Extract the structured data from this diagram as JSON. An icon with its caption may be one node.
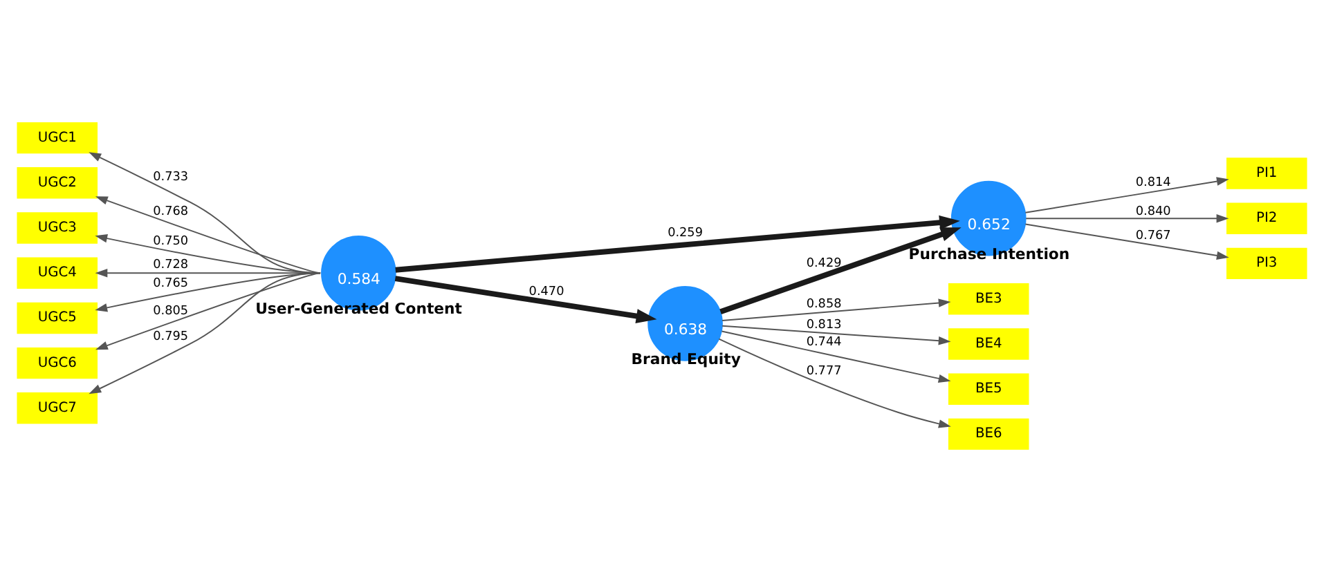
{
  "diagram": {
    "nodes": [
      {
        "text": [
          "0.584",
          "User-Generated Content"
        ]
      },
      {
        "text": [
          "0.638",
          "Brand Equity"
        ]
      },
      {
        "text": [
          "0.652",
          "Purchase Intention"
        ]
      },
      {
        "text": [
          "UGC1"
        ]
      },
      {
        "text": [
          "UGC2"
        ]
      },
      {
        "text": [
          "UGC3"
        ]
      },
      {
        "text": [
          "UGC4"
        ]
      },
      {
        "text": [
          "UGC5"
        ]
      },
      {
        "text": [
          "UGC6"
        ]
      },
      {
        "text": [
          "UGC7"
        ]
      },
      {
        "text": [
          "BE3"
        ]
      },
      {
        "text": [
          "BE4"
        ]
      },
      {
        "text": [
          "BE5"
        ]
      },
      {
        "text": [
          "BE6"
        ]
      },
      {
        "text": [
          "PI1"
        ]
      },
      {
        "text": [
          "PI2"
        ]
      },
      {
        "text": [
          "PI3"
        ]
      }
    ],
    "edges": [
      {
        "from": 0,
        "to": 3,
        "arrow": "to",
        "label": "0.733"
      },
      {
        "from": 0,
        "to": 4,
        "arrow": "to",
        "label": "0.768"
      },
      {
        "from": 0,
        "to": 5,
        "arrow": "to",
        "label": "0.750"
      },
      {
        "from": 0,
        "to": 6,
        "arrow": "to",
        "label": "0.728"
      },
      {
        "from": 0,
        "to": 7,
        "arrow": "to",
        "label": "0.765"
      },
      {
        "from": 0,
        "to": 8,
        "arrow": "to",
        "label": "0.805"
      },
      {
        "from": 0,
        "to": 9,
        "arrow": "to",
        "label": "0.795"
      },
      {
        "from": 1,
        "to": 10,
        "arrow": "to",
        "label": "0.858"
      },
      {
        "from": 1,
        "to": 11,
        "arrow": "to",
        "label": "0.813"
      },
      {
        "from": 1,
        "to": 12,
        "arrow": "to",
        "label": "0.744"
      },
      {
        "from": 1,
        "to": 13,
        "arrow": "to",
        "label": "0.777"
      },
      {
        "from": 0,
        "to": 1,
        "arrow": "to",
        "label": "0.470",
        "style": "thick",
        "color": "#1a1a1a"
      },
      {
        "from": 1,
        "to": 2,
        "arrow": "to",
        "label": "0.429",
        "style": "thick",
        "color": "#1a1a1a"
      },
      {
        "from": 0,
        "to": 2,
        "arrow": "to",
        "label": "0.259",
        "style": "thick",
        "color": "#1a1a1a"
      },
      {
        "from": 2,
        "to": 14,
        "arrow": "to",
        "label": "0.814"
      },
      {
        "from": 2,
        "to": 15,
        "arrow": "to",
        "label": "0.840"
      },
      {
        "from": 2,
        "to": 16,
        "arrow": "to",
        "label": "0.767"
      }
    ]
  }
}
